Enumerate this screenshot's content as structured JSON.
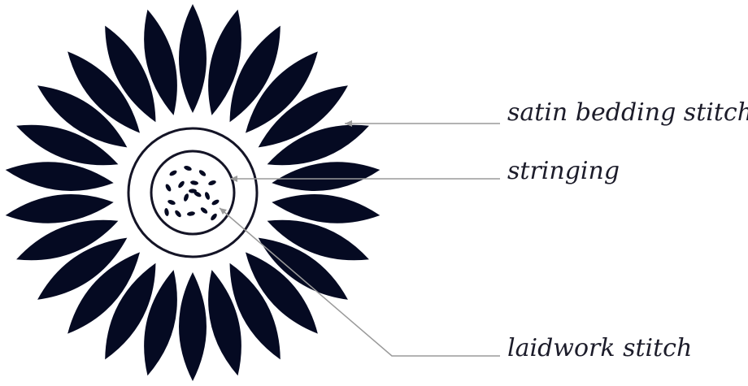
{
  "diagram": {
    "labels": {
      "satin": "satin bedding stitch",
      "stringing": "stringing",
      "laidwork": "laidwork stitch"
    },
    "petal_count": 26
  },
  "colors": {
    "petal": "#050a22",
    "ring": "#141426",
    "leader": "#9a9a9a",
    "text": "#1c1c2a"
  }
}
